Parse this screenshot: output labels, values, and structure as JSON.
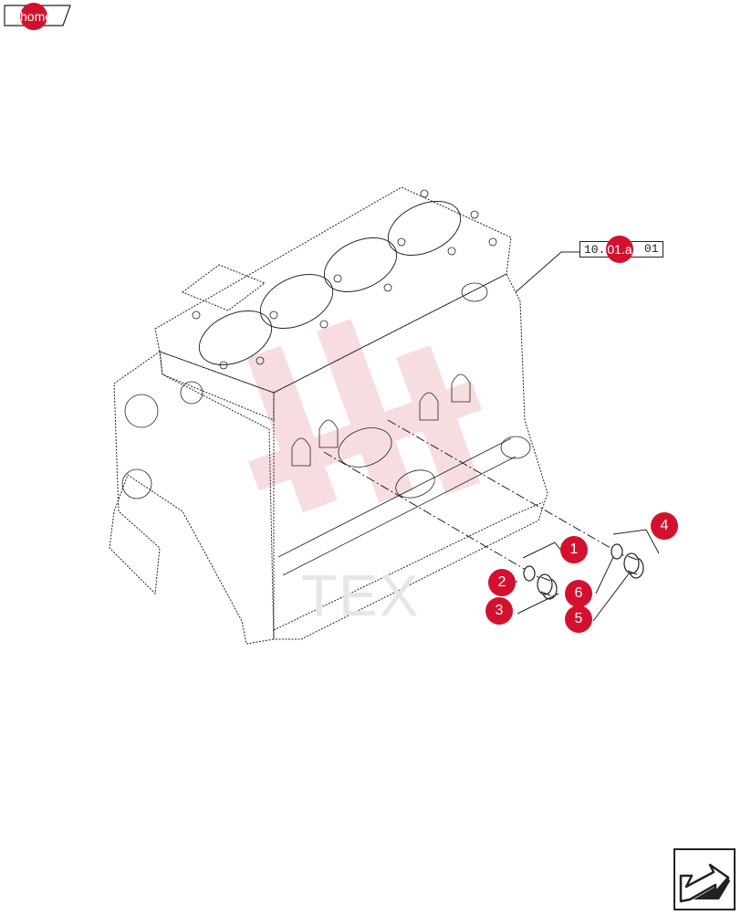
{
  "nav": {
    "home_label": "home",
    "next_icon": "next-page-arrow-icon"
  },
  "reference": {
    "code_prefix": "10.",
    "code_highlight": "01.a",
    "code_suffix": "01"
  },
  "callouts": [
    {
      "label": "1"
    },
    {
      "label": "2"
    },
    {
      "label": "3"
    },
    {
      "label": "4"
    },
    {
      "label": "5"
    },
    {
      "label": "6"
    }
  ],
  "watermark": {
    "text": "TEX"
  },
  "colors": {
    "accent": "#d3112f",
    "line": "#222222",
    "watermark": "#f3c2c8"
  }
}
